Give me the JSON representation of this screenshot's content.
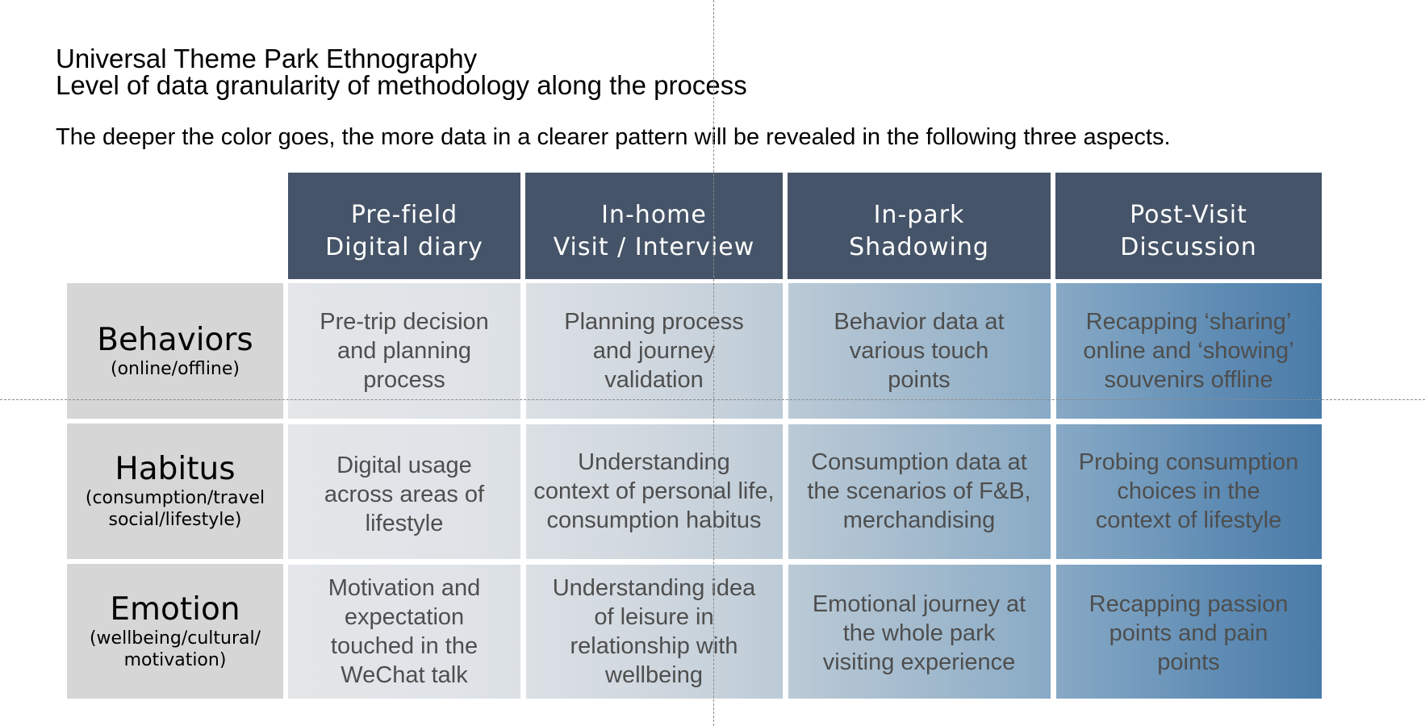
{
  "header": {
    "title_line1": "Universal Theme Park Ethnography",
    "title_line2": "Level of data granularity of methodology along the process",
    "intro": "The deeper the color goes, the more data in a clearer pattern will be revealed in the following three aspects."
  },
  "columns": [
    {
      "line1": "Pre-field",
      "line2": "Digital diary"
    },
    {
      "line1": "In-home",
      "line2": "Visit / Interview"
    },
    {
      "line1": "In-park",
      "line2": "Shadowing"
    },
    {
      "line1": "Post-Visit",
      "line2": "Discussion"
    }
  ],
  "rows": [
    {
      "title": "Behaviors",
      "sub_line1": "(online/offline)",
      "sub_line2": "",
      "cells": [
        [
          "Pre-trip decision",
          "and planning",
          "process"
        ],
        [
          "Planning process",
          "and journey",
          "validation"
        ],
        [
          "Behavior data at",
          "various touch",
          "points"
        ],
        [
          "Recapping ‘sharing’",
          "online and ‘showing’",
          "souvenirs offline"
        ]
      ]
    },
    {
      "title": "Habitus",
      "sub_line1": "(consumption/travel",
      "sub_line2": "social/lifestyle)",
      "cells": [
        [
          "Digital usage",
          "across areas of",
          "lifestyle"
        ],
        [
          "Understanding",
          "context of personal life,",
          "consumption habitus"
        ],
        [
          "Consumption data at",
          "the scenarios of F&B,",
          "merchandising"
        ],
        [
          "Probing consumption",
          "choices in the",
          "context of lifestyle"
        ]
      ]
    },
    {
      "title": "Emotion",
      "sub_line1": "(wellbeing/cultural/",
      "sub_line2": "motivation)",
      "cells": [
        [
          "Motivation and",
          "expectation",
          "touched in the",
          "WeChat talk"
        ],
        [
          "Understanding idea",
          "of leisure in",
          "relationship with",
          "wellbeing"
        ],
        [
          "Emotional journey at",
          "the whole park",
          "visiting experience"
        ],
        [
          "Recapping passion",
          "points and pain",
          "points"
        ]
      ]
    }
  ],
  "colors": {
    "header_fill": "#455468",
    "row_header_fill": "#d6d6d6",
    "gradient_light": "#e4e6e9",
    "gradient_dark": "#4a7ba8"
  }
}
